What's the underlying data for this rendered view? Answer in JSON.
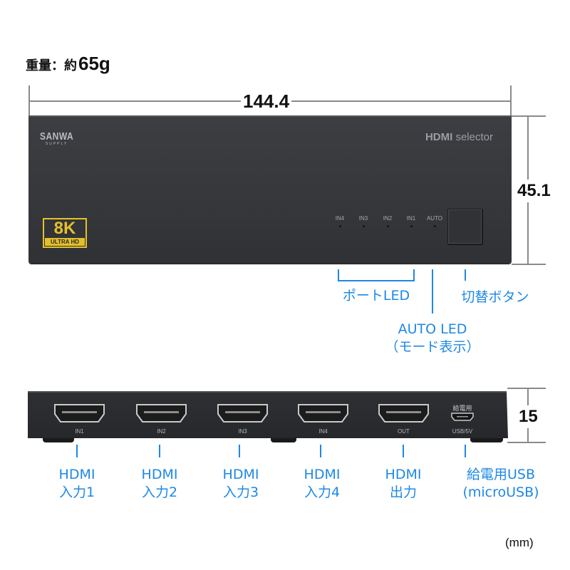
{
  "weight": {
    "label": "重量：約",
    "value": "65g"
  },
  "dimensions": {
    "front_width": "144.4",
    "front_height": "45.1",
    "rear_height": "15",
    "unit": "(mm)"
  },
  "front_panel": {
    "brand_line1": "SANWA",
    "brand_line2": "SUPPLY",
    "badge_main": "8K",
    "badge_sub": "ULTRA HD",
    "model_bold": "HDMI",
    "model_rest": " selector",
    "leds": [
      {
        "label": "IN4"
      },
      {
        "label": "IN3"
      },
      {
        "label": "IN2"
      },
      {
        "label": "IN1"
      },
      {
        "label": "AUTO"
      }
    ],
    "button_icon": "square-push-button-icon"
  },
  "front_callouts": {
    "port_led": "ポートLED",
    "switch_button": "切替ボタン",
    "auto_led_line1": "AUTO LED",
    "auto_led_line2": "（モード表示）"
  },
  "rear_panel": {
    "ports": [
      {
        "label": "IN1",
        "icon": "hdmi-port-icon"
      },
      {
        "label": "IN2",
        "icon": "hdmi-port-icon"
      },
      {
        "label": "IN3",
        "icon": "hdmi-port-icon"
      },
      {
        "label": "IN4",
        "icon": "hdmi-port-icon"
      },
      {
        "label": "OUT",
        "icon": "hdmi-port-icon"
      }
    ],
    "usb_top_label": "給電用",
    "usb_bottom_label": "USB/5V",
    "usb_icon": "micro-usb-port-icon"
  },
  "rear_callouts": [
    {
      "line1": "HDMI",
      "line2": "入力1"
    },
    {
      "line1": "HDMI",
      "line2": "入力2"
    },
    {
      "line1": "HDMI",
      "line2": "入力3"
    },
    {
      "line1": "HDMI",
      "line2": "入力4"
    },
    {
      "line1": "HDMI",
      "line2": "出力"
    },
    {
      "line1": "給電用USB",
      "line2": "(microUSB)"
    }
  ],
  "colors": {
    "callout_blue": "#1e88e5",
    "badge_gold": "#e4c12a",
    "device_body": "#36383c",
    "dimension_line": "#8a8a8a"
  }
}
